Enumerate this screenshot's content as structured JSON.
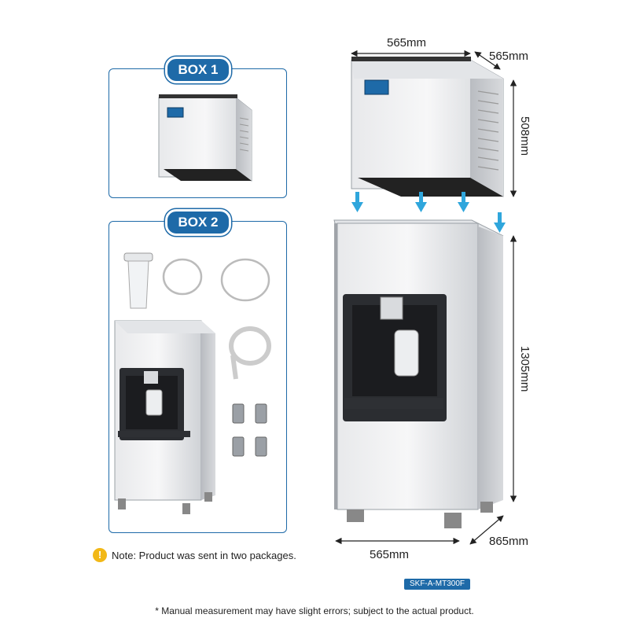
{
  "box1": {
    "label": "BOX 1"
  },
  "box2": {
    "label": "BOX 2"
  },
  "dimensions": {
    "top_width": "565mm",
    "top_depth": "565mm",
    "top_height": "508mm",
    "base_height": "1305mm",
    "base_width": "565mm",
    "base_depth": "865mm"
  },
  "note": {
    "icon": "!",
    "text": "Note: Product was sent in two packages."
  },
  "model": "SKF-A-MT300F",
  "disclaimer": "* Manual measurement may have slight errors; subject to the actual product.",
  "colors": {
    "accent": "#1e6aa8",
    "arrow": "#2fa6dc",
    "steel": "#c9ccd0",
    "warning": "#f2b817"
  }
}
